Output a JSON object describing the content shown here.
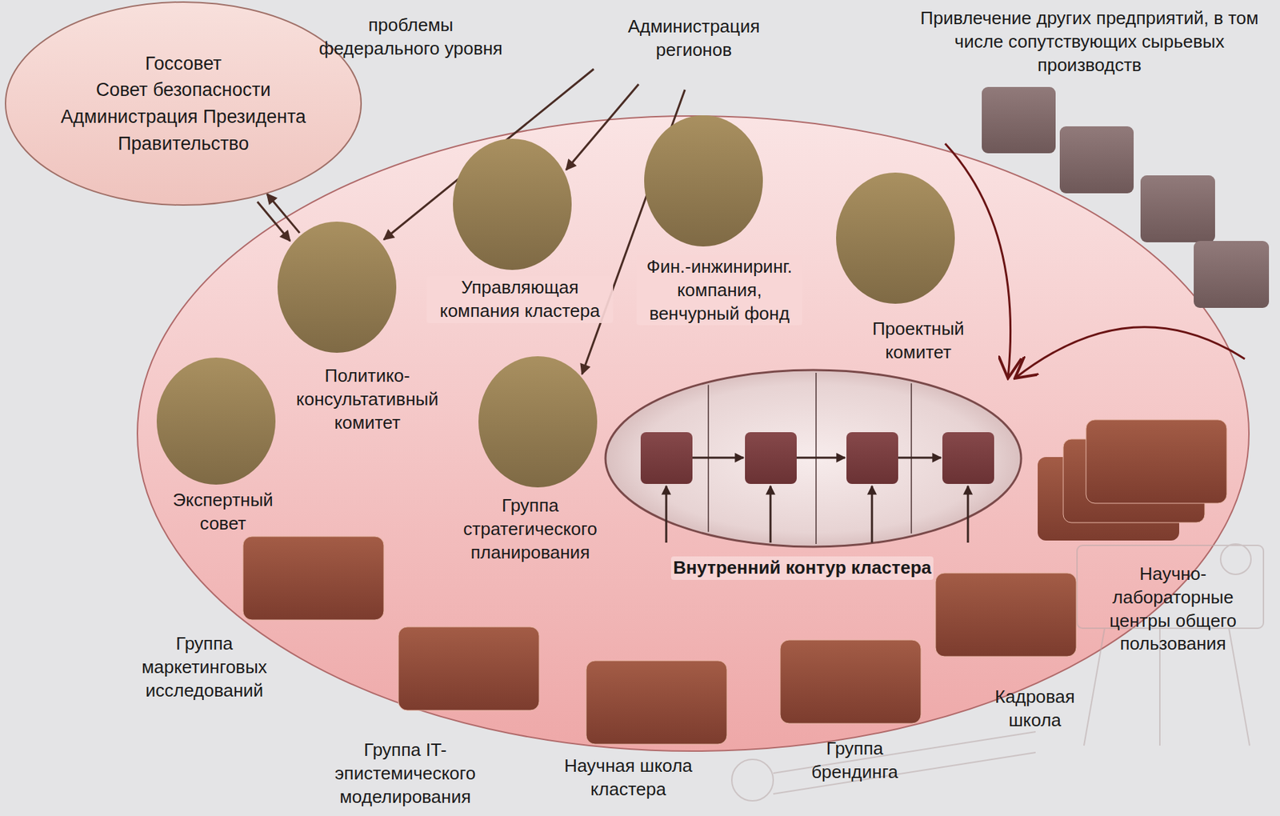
{
  "diagram": {
    "nodes": [
      {
        "text": [
          "Госсовет",
          "Совет безопасности",
          "Администрация Президента",
          "Правительство"
        ]
      },
      {
        "text": [
          "Управляющая компания кластера"
        ]
      },
      {
        "text": [
          "Фин.-инжиниринг. компания, венчурный фонд"
        ]
      },
      {
        "text": [
          "Проектный комитет"
        ]
      },
      {
        "text": [
          "Политико-консультативный комитет"
        ]
      },
      {
        "text": [
          "Экспертный совет"
        ]
      },
      {
        "text": [
          "Группа стратегического планирования"
        ]
      },
      {
        "text": [
          "Внутренний контур кластера"
        ]
      },
      {
        "text": [
          "Научно-лабораторные центры общего пользования"
        ]
      },
      {
        "text": [
          "Группа маркетинговых исследований"
        ]
      },
      {
        "text": [
          "Кадровая школа"
        ]
      },
      {
        "text": [
          "Группа брендинга"
        ]
      },
      {
        "text": [
          "Научная школа кластера"
        ]
      },
      {
        "text": [
          "Группа IT-эпистемического моделирования"
        ]
      }
    ],
    "edges": [
      {
        "from": 4,
        "to": 0,
        "arrow": "to"
      },
      {
        "from": 0,
        "to": 4,
        "arrow": "to"
      }
    ],
    "labels": [
      "проблемы федерального уровня",
      "Администрация регионов",
      "Привлечение других предприятий, в том числе сопутствующих сырьевых производств"
    ]
  }
}
